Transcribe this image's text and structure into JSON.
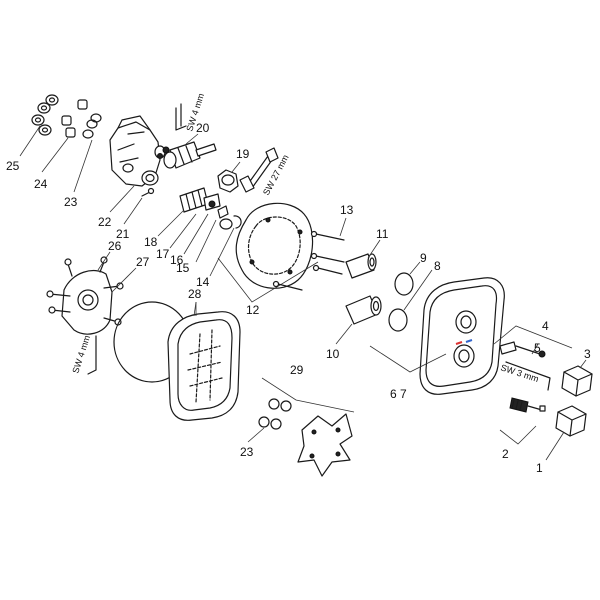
{
  "labels": {
    "p1": "1",
    "p2": "2",
    "p3": "3",
    "p4": "4",
    "p5": "5",
    "p67": "6 7",
    "p8": "8",
    "p9": "9",
    "p10": "10",
    "p11": "11",
    "p12": "12",
    "p13": "13",
    "p14": "14",
    "p15": "15",
    "p16": "16",
    "p17": "17",
    "p18": "18",
    "p19": "19",
    "p20": "20",
    "p21": "21",
    "p22": "22",
    "p23a": "23",
    "p23b": "23",
    "p24": "24",
    "p25": "25",
    "p26": "26",
    "p27": "27",
    "p28": "28",
    "p29": "29"
  },
  "tools": {
    "sw4_top": "SW 4 mm",
    "sw27": "SW 27 mm",
    "sw4_left": "SW 4 mm",
    "sw3": "SW 3 mm"
  }
}
